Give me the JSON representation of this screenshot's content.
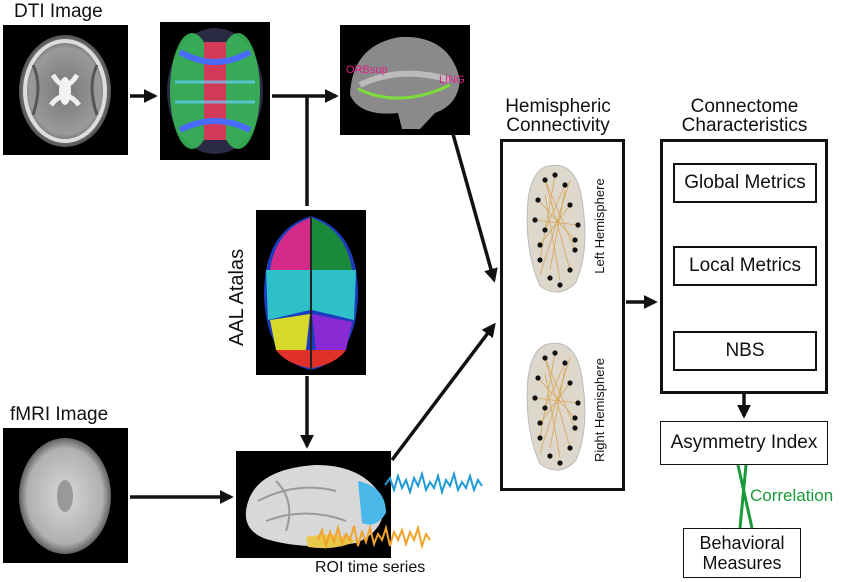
{
  "labels": {
    "dti_image": "DTI Image",
    "fmri_image": "fMRI Image",
    "aal_atlas": "AAL Atalas",
    "roi_time_series": "ROI time series",
    "hemispheric_connectivity_line1": "Hemispheric",
    "hemispheric_connectivity_line2": "Connectivity",
    "connectome_line1": "Connectome",
    "connectome_line2": "Characteristics",
    "left_hemisphere": "Left Hemisphere",
    "right_hemisphere": "Right Hemisphere",
    "orbsup": "ORBsup",
    "ling": "LING",
    "correlation": "Correlation"
  },
  "metrics": {
    "global": "Global Metrics",
    "local": "Local Metrics",
    "nbs": "NBS"
  },
  "asymmetry_index": "Asymmetry Index",
  "behavioral_line1": "Behavioral",
  "behavioral_line2": "Measures",
  "colors": {
    "tract_label": "#e0208a",
    "tract": "#7ddc3c",
    "correlation": "#1a9a3a",
    "signal_blue": "#1f9ad6",
    "signal_orange": "#f0a22a",
    "network_edges": "#d79a3a"
  }
}
